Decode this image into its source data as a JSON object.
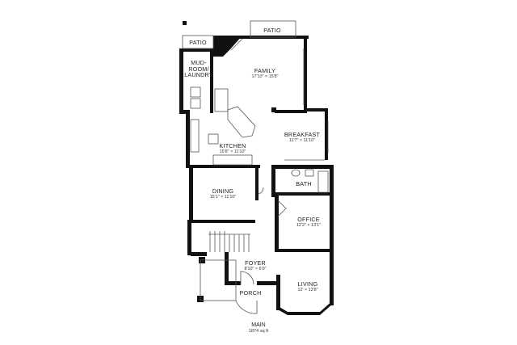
{
  "floor": {
    "name": "MAIN",
    "area": "1874 sq ft"
  },
  "rooms": {
    "patio_left": {
      "name": "PATIO",
      "dim": ""
    },
    "patio_top": {
      "name": "PATIO",
      "dim": ""
    },
    "mudroom": {
      "name": "MUD-\nROOM/\nLAUNDRY",
      "dim": ""
    },
    "family": {
      "name": "FAMILY",
      "dim": "17'10\" × 15'8\""
    },
    "breakfast": {
      "name": "BREAKFAST",
      "dim": "11'7\" × 11'10\""
    },
    "kitchen": {
      "name": "KITCHEN",
      "dim": "15'8\" × 11'10\""
    },
    "bath": {
      "name": "BATH",
      "dim": ""
    },
    "dining": {
      "name": "DINING",
      "dim": "15'1\" × 11'10\""
    },
    "office": {
      "name": "OFFICE",
      "dim": "12'2\" × 13'1\""
    },
    "foyer": {
      "name": "FOYER",
      "dim": "8'10\" × 6'9\""
    },
    "living": {
      "name": "LIVING",
      "dim": "12' × 13'8\""
    },
    "porch": {
      "name": "PORCH",
      "dim": ""
    }
  },
  "colors": {
    "wall": "#111111",
    "thin_line": "#555555",
    "background": "#ffffff"
  }
}
